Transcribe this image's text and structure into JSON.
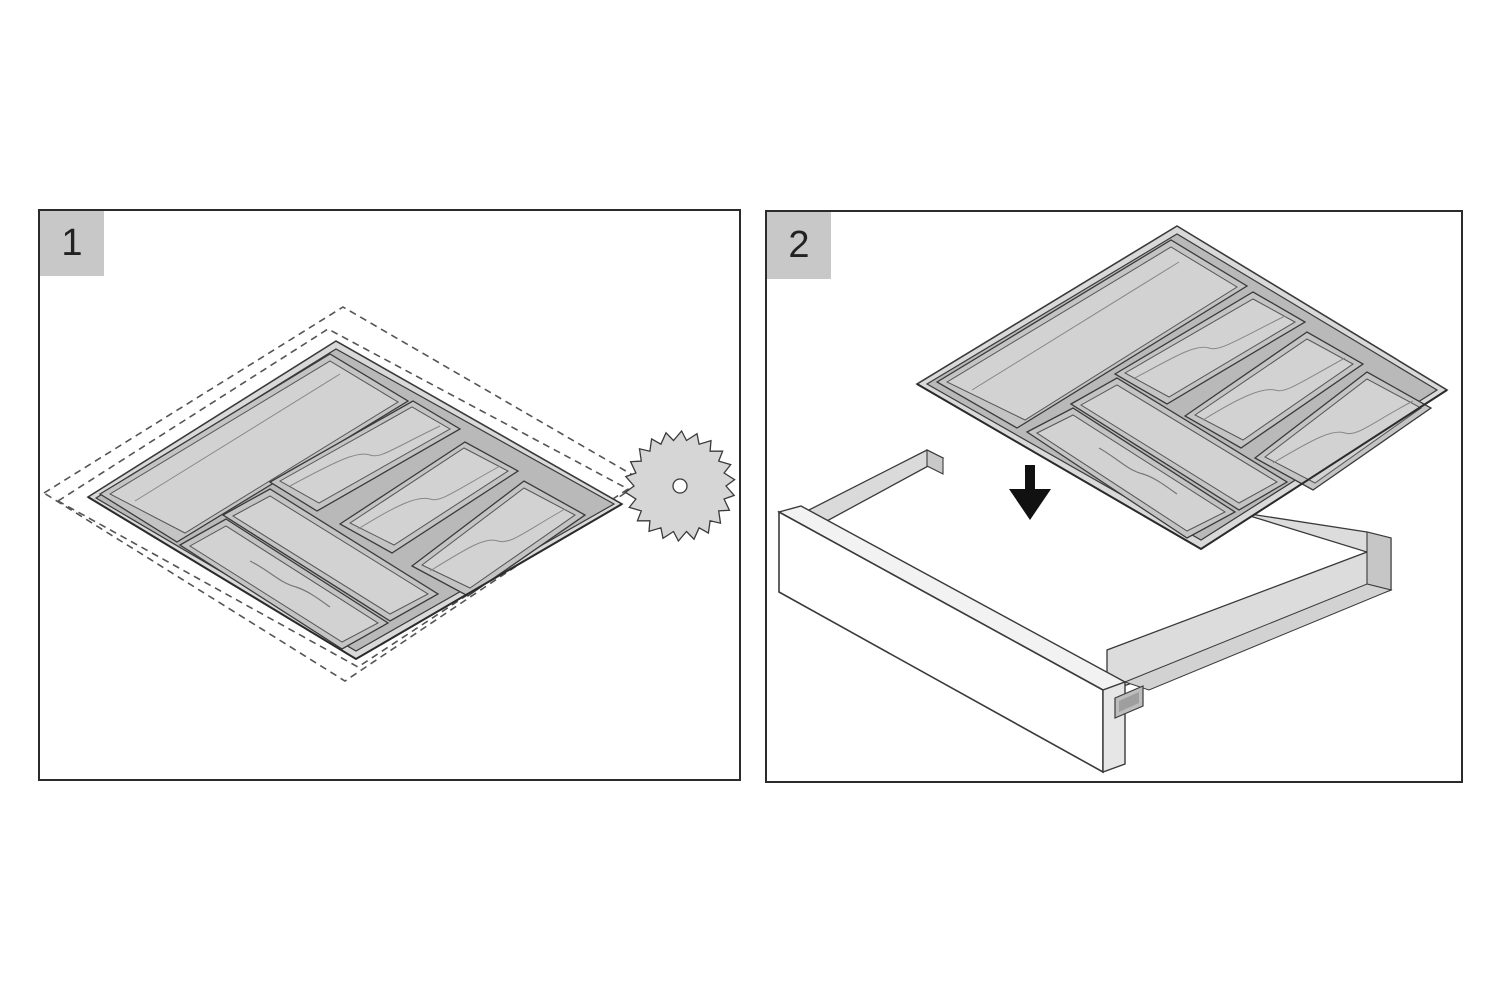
{
  "steps": [
    {
      "number": "1",
      "illustration": "cutlery-tray-trim-with-saw"
    },
    {
      "number": "2",
      "illustration": "insert-tray-into-drawer"
    }
  ],
  "colors": {
    "frame": "#2b2b2b",
    "badge": "#c8c8c8",
    "tray": "#c4c4c4",
    "tray_dark": "#a9a9a9",
    "outline": "#3a3a3a",
    "drawer_side": "#dadada",
    "saw_blade": "#d6d6d6"
  }
}
